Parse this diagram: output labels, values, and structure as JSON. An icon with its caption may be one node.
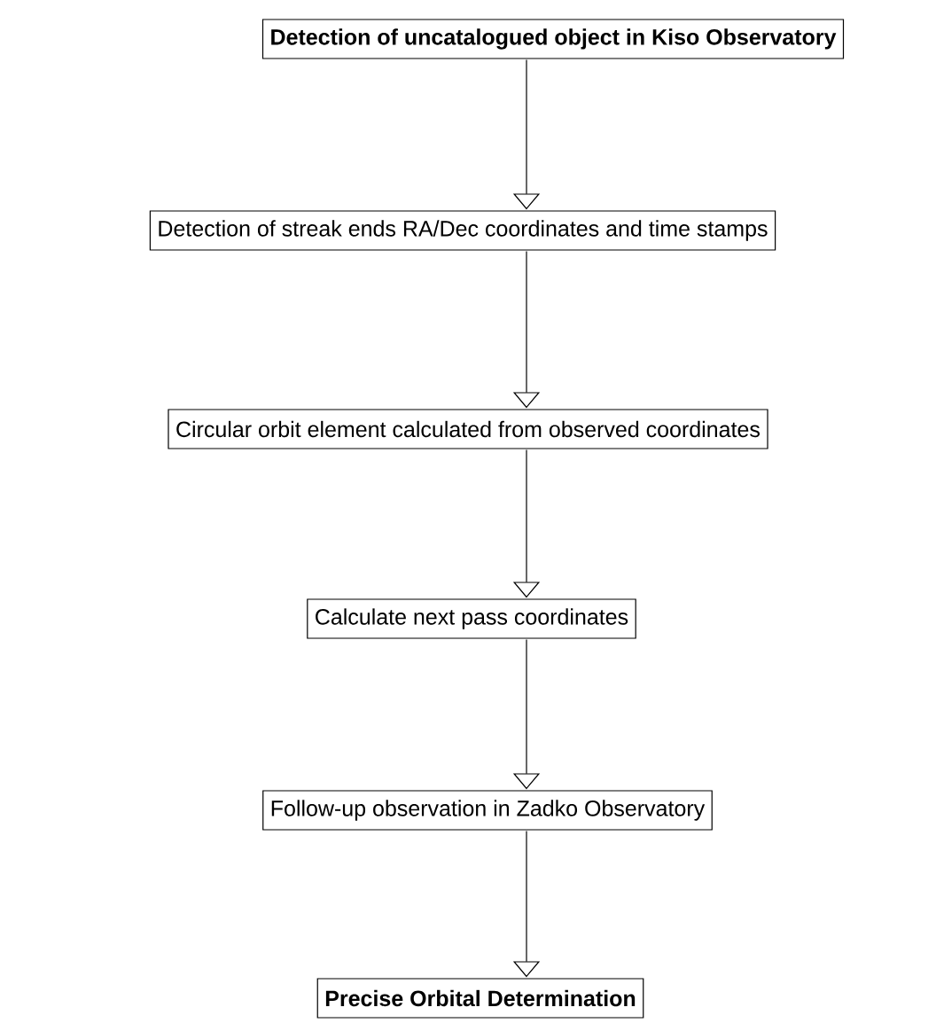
{
  "diagram": {
    "nodes": [
      {
        "text": [
          "Detection of uncatalogued object in Kiso Observatory"
        ]
      },
      {
        "text": [
          "Detection of streak ends RA/Dec coordinates and time stamps"
        ]
      },
      {
        "text": [
          "Circular orbit element calculated from observed coordinates"
        ]
      },
      {
        "text": [
          "Calculate next pass coordinates"
        ]
      },
      {
        "text": [
          "Follow-up observation in Zadko Observatory"
        ]
      },
      {
        "text": [
          "Precise Orbital Determination"
        ]
      }
    ],
    "edges": [
      {
        "from": 0,
        "to": 1,
        "arrow": "to"
      },
      {
        "from": 1,
        "to": 2,
        "arrow": "to"
      },
      {
        "from": 2,
        "to": 3,
        "arrow": "to"
      },
      {
        "from": 3,
        "to": 4,
        "arrow": "to"
      },
      {
        "from": 4,
        "to": 5,
        "arrow": "to"
      }
    ]
  }
}
